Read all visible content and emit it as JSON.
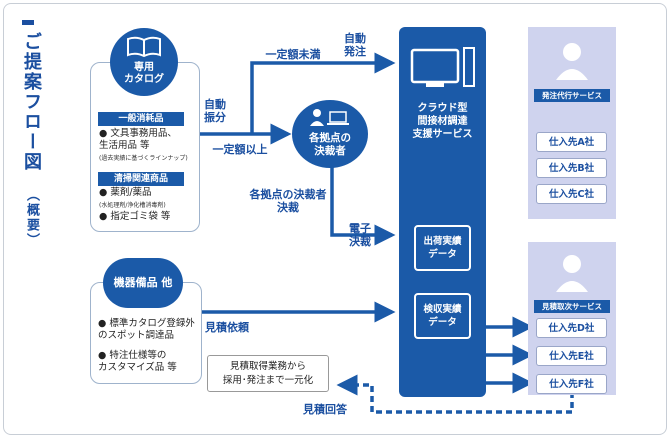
{
  "title": "ご提案フロー図",
  "title_sub": "（概要）",
  "catalog": {
    "label": "専用\nカタログ",
    "sections": [
      {
        "head": "一般消耗品",
        "items": [
          {
            "text": "文具事務用品、\n生活用品 等",
            "note": "(過去実績に基づくラインナップ)"
          }
        ]
      },
      {
        "head": "清掃関連商品",
        "items": [
          {
            "text": "薬剤/薬品",
            "note": "(水処理剤/浄化槽消毒剤)"
          },
          {
            "text": "指定ゴミ袋 等",
            "note": ""
          }
        ]
      }
    ]
  },
  "equipment": {
    "label": "機器備品 他",
    "items": [
      "標準カタログ登録外\nのスポット調達品",
      "特注仕様等の\nカスタマイズ品 等"
    ]
  },
  "flow_labels": {
    "auto_split": "自動\n振分",
    "under": "一定額未満",
    "over": "一定額以上",
    "auto_order": "自動\n発注",
    "approver_decide": "各拠点の決裁者\n決裁",
    "e_approve": "電子\n決裁",
    "quote_request": "見積依頼",
    "quote_reply": "見積回答"
  },
  "approver": {
    "label": "各拠点の\n決裁者"
  },
  "cloud": {
    "label": "クラウド型\n間接材調達\n支援サービス",
    "shipment": "出荷実績\nデータ",
    "acceptance": "検収実績\nデータ"
  },
  "callout": "見積取得業務から\n採用･発注まで一元化",
  "agency": {
    "label": "発注代行サービス",
    "suppliers": [
      "仕入先A社",
      "仕入先B社",
      "仕入先C社"
    ]
  },
  "quote_service": {
    "label": "見積取次サービス",
    "suppliers": [
      "仕入先D社",
      "仕入先E社",
      "仕入先F社"
    ]
  },
  "colors": {
    "brand": "#1b5aa8",
    "panel": "#cfd3ee"
  }
}
